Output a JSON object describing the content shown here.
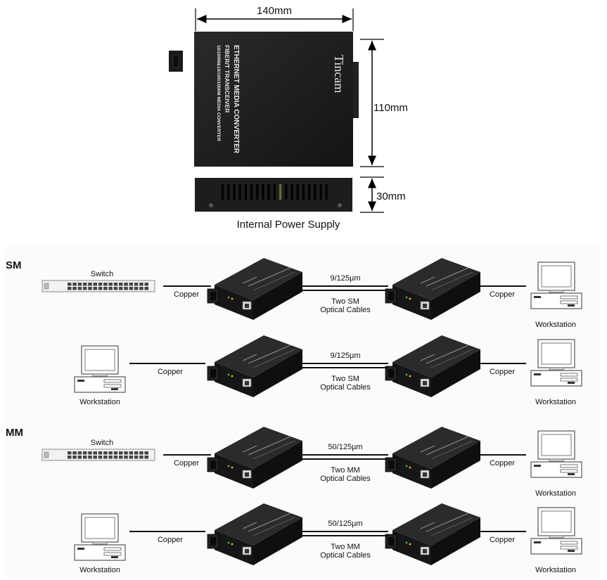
{
  "top": {
    "width_label": "140mm",
    "height_label": "110mm",
    "depth_label": "30mm",
    "brand": "Tincam",
    "product_line1": "ETHERNET MEDIA CONVERTER",
    "product_line2": "FIBER/T TRANSCEIVER",
    "product_line3": "10/100M&10/100/1000M MEDIA CONVERTER",
    "power_caption": "Internal Power Supply"
  },
  "sections": [
    {
      "title": "SM",
      "rows": [
        {
          "left_device": "Switch",
          "left_label": "Switch",
          "left_cable": "Copper",
          "fiber_spec": "9/125µm",
          "fiber_cable": "Two SM\nOptical Cables",
          "right_cable": "Copper",
          "right_label": "Workstation"
        },
        {
          "left_device": "Workstation",
          "left_label": "Workstation",
          "left_cable": "Copper",
          "fiber_spec": "9/125µm",
          "fiber_cable": "Two SM\nOptical Cables",
          "right_cable": "Copper",
          "right_label": "Workstation"
        }
      ]
    },
    {
      "title": "MM",
      "rows": [
        {
          "left_device": "Switch",
          "left_label": "Switch",
          "left_cable": "Copper",
          "fiber_spec": "50/125µm",
          "fiber_cable": "Two MM\nOptical Cables",
          "right_cable": "Copper",
          "right_label": "Workstation"
        },
        {
          "left_device": "Workstation",
          "left_label": "Workstation",
          "left_cable": "Copper",
          "fiber_spec": "50/125µm",
          "fiber_cable": "Two MM\nOptical Cables",
          "right_cable": "Copper",
          "right_label": "Workstation"
        }
      ]
    }
  ]
}
